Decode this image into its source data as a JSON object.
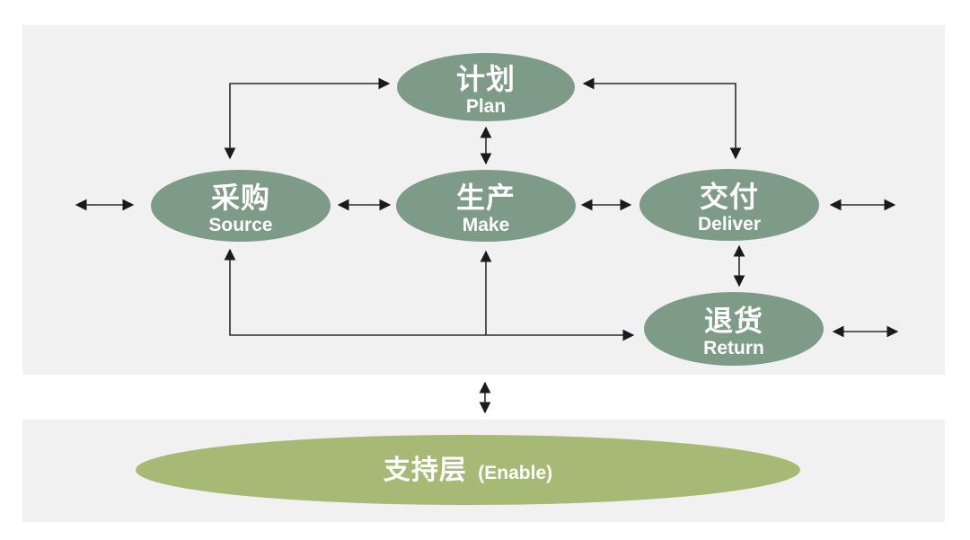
{
  "diagram": {
    "type": "scor-supply-chain-model",
    "colors": {
      "panel_bg": "#f1f1f2",
      "node_fill": "#7d9b87",
      "enable_fill": "#a6b975",
      "line": "#2b2b2b",
      "text": "#ffffff"
    },
    "nodes": {
      "plan": {
        "zh": "计划",
        "en": "Plan"
      },
      "source": {
        "zh": "采购",
        "en": "Source"
      },
      "make": {
        "zh": "生产",
        "en": "Make"
      },
      "deliver": {
        "zh": "交付",
        "en": "Deliver"
      },
      "return": {
        "zh": "退货",
        "en": "Return"
      },
      "enable": {
        "zh": "支持层",
        "en": "(Enable)"
      }
    },
    "edges": [
      {
        "between": [
          "external-left",
          "source"
        ],
        "style": "double-arrow-horizontal"
      },
      {
        "between": [
          "source",
          "plan"
        ],
        "style": "elbow-double-arrow"
      },
      {
        "between": [
          "plan",
          "deliver"
        ],
        "style": "elbow-double-arrow"
      },
      {
        "between": [
          "plan",
          "make"
        ],
        "style": "double-arrow-vertical"
      },
      {
        "between": [
          "source",
          "make"
        ],
        "style": "double-arrow-horizontal"
      },
      {
        "between": [
          "make",
          "deliver"
        ],
        "style": "double-arrow-horizontal"
      },
      {
        "between": [
          "deliver",
          "external-right"
        ],
        "style": "double-arrow-horizontal"
      },
      {
        "between": [
          "deliver",
          "return"
        ],
        "style": "double-arrow-vertical"
      },
      {
        "between": [
          "return",
          "external-right"
        ],
        "style": "double-arrow-horizontal"
      },
      {
        "between": [
          "return",
          "source",
          "make"
        ],
        "style": "elbow-multi-arrow"
      },
      {
        "between": [
          "process-layer",
          "enable"
        ],
        "style": "double-arrow-vertical"
      }
    ]
  }
}
